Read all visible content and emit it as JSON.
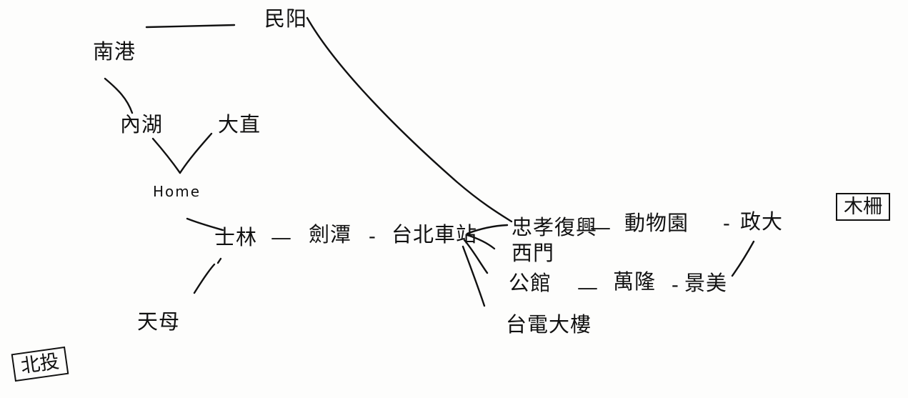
{
  "diagram": {
    "nodes": {
      "minyang": "民阳",
      "nangang": "南港",
      "neihu": "內湖",
      "dazhi": "大直",
      "home": "Home",
      "shilin": "士林",
      "jiantan": "劍潭",
      "taipei_main": "台北車站",
      "zhongxiao_fuxing": "忠孝復興",
      "ximen": "西門",
      "zoo": "動物園",
      "zhengda": "政大",
      "gongguan": "公館",
      "wanlong": "萬隆",
      "jingmei": "景美",
      "tianmu": "天母",
      "taipower": "台電大樓"
    },
    "regions": {
      "muzha": "木柵",
      "beitou": "北投"
    },
    "connectors": [
      "—",
      "—",
      "-",
      "—",
      "-",
      "-"
    ]
  }
}
